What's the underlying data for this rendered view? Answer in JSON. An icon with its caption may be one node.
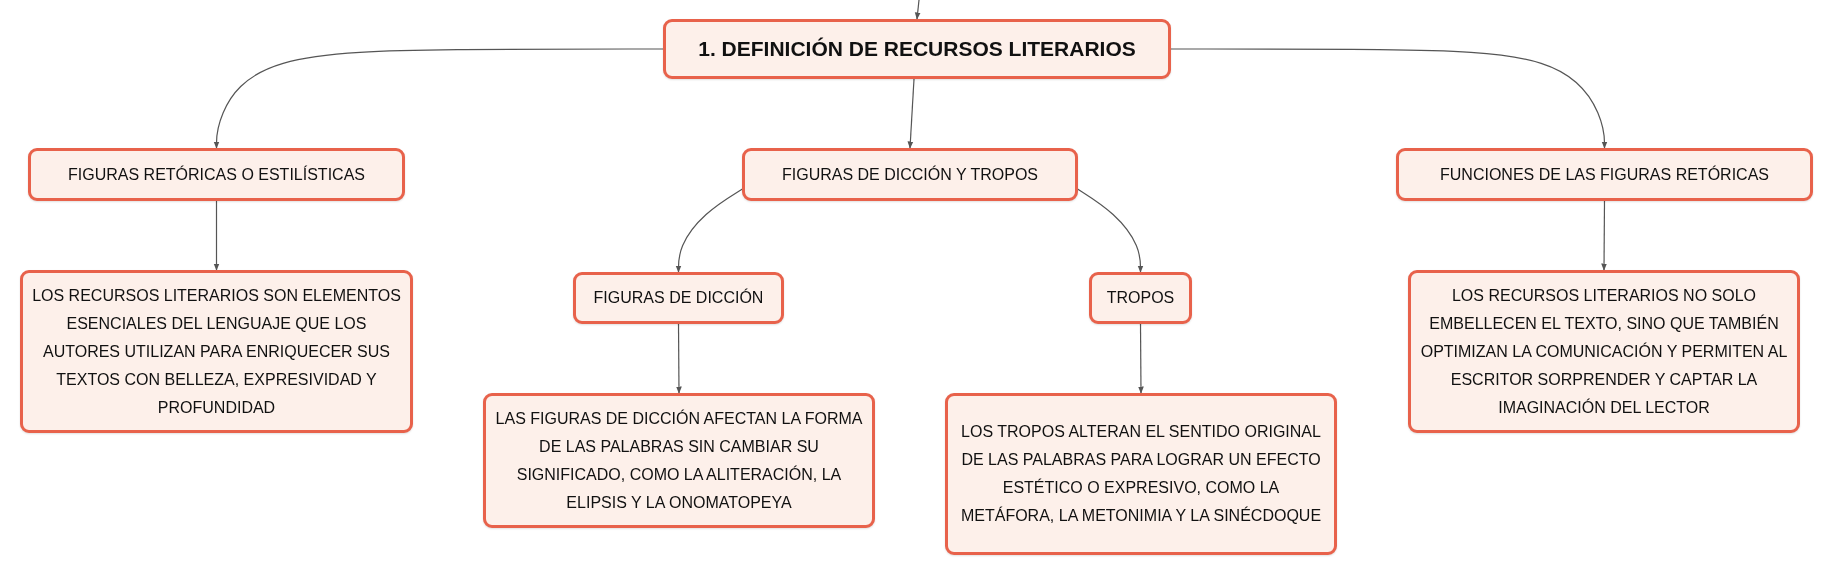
{
  "diagram": {
    "nodes": [
      {
        "text": [
          "1. DEFINICIÓN DE RECURSOS LITERARIOS"
        ]
      },
      {
        "text": [
          "FIGURAS RETÓRICAS O ESTILÍSTICAS"
        ]
      },
      {
        "text": [
          "FIGURAS DE DICCIÓN Y TROPOS"
        ]
      },
      {
        "text": [
          "FUNCIONES DE LAS FIGURAS RETÓRICAS"
        ]
      },
      {
        "text": [
          "LOS RECURSOS LITERARIOS SON ELEMENTOS ESENCIALES DEL LENGUAJE QUE LOS AUTORES UTILIZAN PARA ENRIQUECER SUS TEXTOS CON BELLEZA, EXPRESIVIDAD Y PROFUNDIDAD"
        ]
      },
      {
        "text": [
          "FIGURAS DE DICCIÓN"
        ]
      },
      {
        "text": [
          "TROPOS"
        ]
      },
      {
        "text": [
          "LOS RECURSOS LITERARIOS NO SOLO EMBELLECEN EL TEXTO, SINO QUE TAMBIÉN OPTIMIZAN LA COMUNICACIÓN Y PERMITEN AL ESCRITOR SORPRENDER Y CAPTAR LA IMAGINACIÓN DEL LECTOR"
        ]
      },
      {
        "text": [
          "LAS FIGURAS DE DICCIÓN AFECTAN LA FORMA DE LAS PALABRAS SIN CAMBIAR SU SIGNIFICADO, COMO LA ALITERACIÓN, LA ELIPSIS Y LA ONOMATOPEYA"
        ]
      },
      {
        "text": [
          "LOS TROPOS ALTERAN EL SENTIDO ORIGINAL DE LAS PALABRAS PARA LOGRAR UN EFECTO ESTÉTICO O EXPRESIVO, COMO LA METÁFORA, LA METONIMIA Y LA SINÉCDOQUE"
        ]
      }
    ],
    "edges": [
      {
        "from": null,
        "to": 0,
        "arrow": "to"
      },
      {
        "from": 0,
        "to": 1,
        "arrow": "to"
      },
      {
        "from": 0,
        "to": 2,
        "arrow": "to"
      },
      {
        "from": 0,
        "to": 3,
        "arrow": "to"
      },
      {
        "from": 1,
        "to": 4,
        "arrow": "to"
      },
      {
        "from": 2,
        "to": 5,
        "arrow": "to"
      },
      {
        "from": 2,
        "to": 6,
        "arrow": "to"
      },
      {
        "from": 3,
        "to": 7,
        "arrow": "to"
      },
      {
        "from": 5,
        "to": 8,
        "arrow": "to"
      },
      {
        "from": 6,
        "to": 9,
        "arrow": "to"
      }
    ]
  }
}
